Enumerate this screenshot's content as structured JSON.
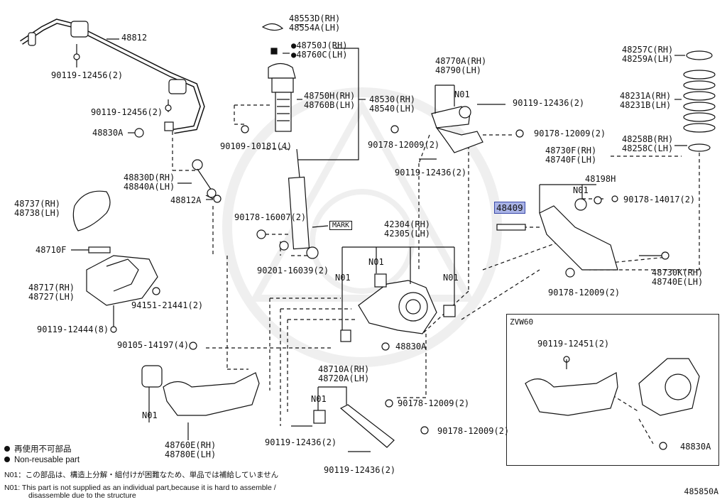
{
  "diagram": {
    "figure_number": "485850A",
    "inset_title": "ZVW60",
    "mark_label": "MARK",
    "legend": {
      "jp": "再使用不可部品",
      "en": "Non-reusable part"
    },
    "notes": {
      "n01_jp": "N01：この部品は、構造上分解・組付けが困難なため、単品では補給していません",
      "n01_en_line1": "N01: This part is not supplied as an individual part,because it is hard to assemble /",
      "n01_en_line2": "disassemble due to the structure"
    },
    "highlighted_part": "48409",
    "labels": {
      "p48553": [
        "48553D(RH)",
        "48554A(LH)"
      ],
      "p48750J": [
        "●48750J(RH)",
        "●48760C(LH)"
      ],
      "p48750H": [
        "48750H(RH)",
        "48760B(LH)"
      ],
      "p48530": [
        "48530(RH)",
        "48540(LH)"
      ],
      "p48812": "48812",
      "b90119_12456a": "90119-12456(2)",
      "b90119_12456b": "90119-12456(2)",
      "p48830A_1": "48830A",
      "b90109_10181": "90109-10181(4)",
      "p48830D": [
        "48830D(RH)",
        "48840A(LH)"
      ],
      "p48812A": "48812A",
      "p48737": [
        "48737(RH)",
        "48738(LH)"
      ],
      "b90178_16007": "90178-16007(2)",
      "p48710F": "48710F",
      "b90201_16039": "90201-16039(2)",
      "p48717": [
        "48717(RH)",
        "48727(LH)"
      ],
      "b94151_21441": "94151-21441(2)",
      "b90119_12444": "90119-12444(8)",
      "b90105_14197": "90105-14197(4)",
      "p48770A": [
        "48770A(RH)",
        "48790(LH)"
      ],
      "n01_a": "N01",
      "b90119_12436a": "90119-12436(2)",
      "b90178_12009a": "90178-12009(2)",
      "b90178_12009b": "90178-12009(2)",
      "b90119_12436b": "90119-12436(2)",
      "p48730F": [
        "48730F(RH)",
        "48740F(LH)"
      ],
      "p48198H": "48198H",
      "n01_b": "N01",
      "b90178_14017": "90178-14017(2)",
      "p42304": [
        "42304(RH)",
        "42305(LH)"
      ],
      "n01_c": "N01",
      "n01_d": "N01",
      "n01_e": "N01",
      "p48730K": [
        "48730K(RH)",
        "48740E(LH)"
      ],
      "b90178_12009c": "90178-12009(2)",
      "p48830A_2": "48830A",
      "p48257C": [
        "48257C(RH)",
        "48259A(LH)"
      ],
      "p48231A": [
        "48231A(RH)",
        "48231B(LH)"
      ],
      "p48258B": [
        "48258B(RH)",
        "48258C(LH)"
      ],
      "p48710A": [
        "48710A(RH)",
        "48720A(LH)"
      ],
      "n01_f": "N01",
      "n01_g": "N01",
      "b90178_12009d": "90178-12009(2)",
      "b90178_12009e": "90178-12009(2)",
      "b90119_12436c": "90119-12436(2)",
      "b90119_12436d": "90119-12436(2)",
      "p48760E": [
        "48760E(RH)",
        "48780E(LH)"
      ],
      "b90119_12451": "90119-12451(2)",
      "p48830A_3": "48830A"
    }
  }
}
